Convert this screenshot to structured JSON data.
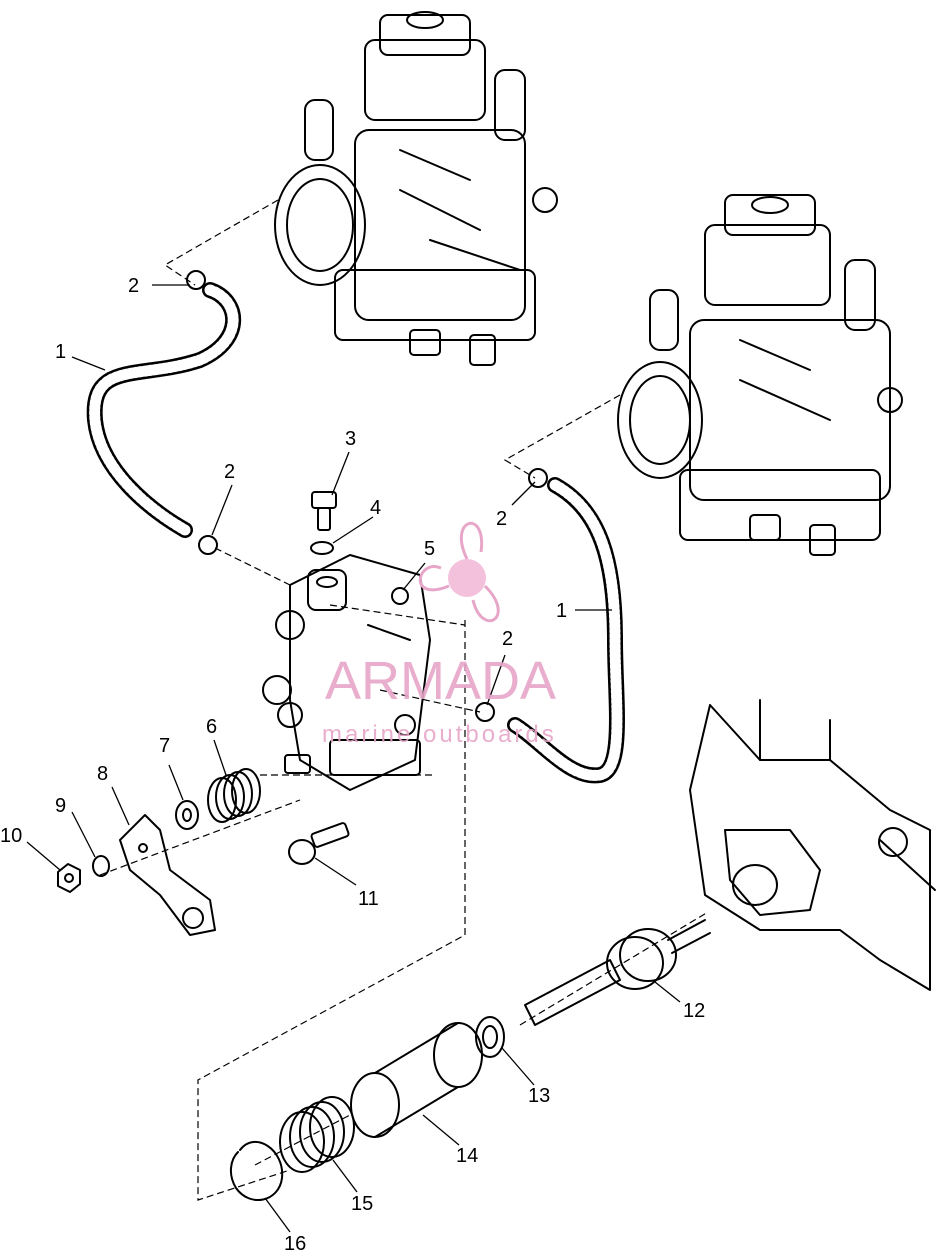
{
  "diagram": {
    "callouts": [
      {
        "id": "c1a",
        "text": "1"
      },
      {
        "id": "c2a",
        "text": "2"
      },
      {
        "id": "c2b",
        "text": "2"
      },
      {
        "id": "c3",
        "text": "3"
      },
      {
        "id": "c4",
        "text": "4"
      },
      {
        "id": "c5",
        "text": "5"
      },
      {
        "id": "c2c",
        "text": "2"
      },
      {
        "id": "c1b",
        "text": "1"
      },
      {
        "id": "c2d",
        "text": "2"
      },
      {
        "id": "c6",
        "text": "6"
      },
      {
        "id": "c7",
        "text": "7"
      },
      {
        "id": "c8",
        "text": "8"
      },
      {
        "id": "c9",
        "text": "9"
      },
      {
        "id": "c10",
        "text": "10"
      },
      {
        "id": "c11",
        "text": "11"
      },
      {
        "id": "c12",
        "text": "12"
      },
      {
        "id": "c13",
        "text": "13"
      },
      {
        "id": "c14",
        "text": "14"
      },
      {
        "id": "c15",
        "text": "15"
      },
      {
        "id": "c16",
        "text": "16"
      }
    ]
  },
  "watermark": {
    "brand": "ARMADA",
    "tagline": "marine outboards",
    "color": "#e7a6c8"
  }
}
